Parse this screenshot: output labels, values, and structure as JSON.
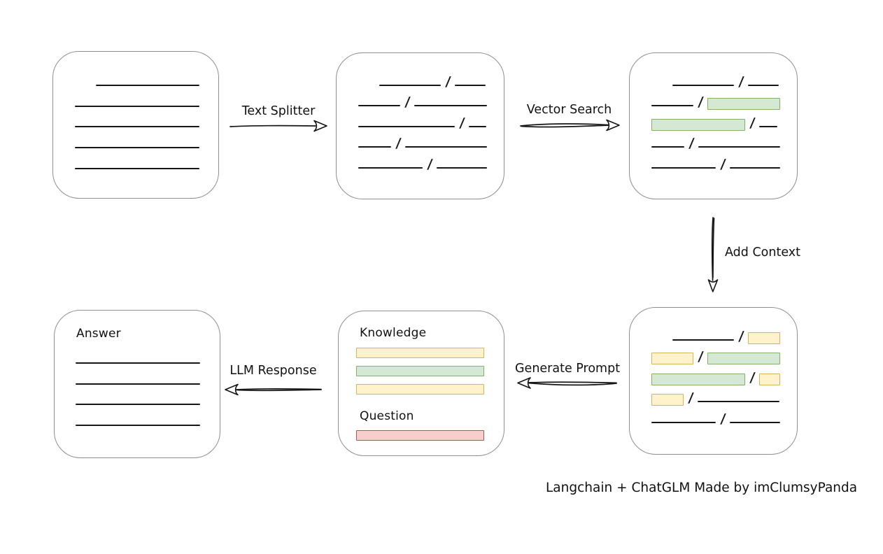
{
  "diagram": {
    "caption": "Langchain + ChatGLM Made by imClumsyPanda",
    "arrows": {
      "text_splitter": {
        "label": "Text Splitter",
        "direction": "right"
      },
      "vector_search": {
        "label": "Vector Search",
        "direction": "right"
      },
      "add_context": {
        "label": "Add Context",
        "direction": "down"
      },
      "generate_prompt": {
        "label": "Generate Prompt",
        "direction": "left"
      },
      "llm_response": {
        "label": "LLM Response",
        "direction": "left"
      }
    },
    "colors": {
      "green_fill": "#d5e8d4",
      "green_stroke": "#82b366",
      "yellow_fill": "#fff2cc",
      "yellow_stroke": "#d6b656",
      "red_fill": "#f8cecc",
      "red_stroke": "#b85450",
      "box_stroke": "#8f8f8f",
      "line_color": "#161616",
      "text_color": "#111111"
    },
    "boxes": {
      "document": {
        "lines": [
          {
            "w": 148,
            "indent": 30
          },
          {
            "w": 178
          },
          {
            "w": 178
          },
          {
            "w": 178
          },
          {
            "w": 178
          }
        ]
      },
      "chunks": {
        "rows": [
          {
            "indent": 30,
            "segments": [
              {
                "t": "line",
                "w": 88
              },
              {
                "t": "slash"
              },
              {
                "t": "line",
                "w": 44
              }
            ]
          },
          {
            "segments": [
              {
                "t": "line",
                "w": 60
              },
              {
                "t": "slash"
              },
              {
                "t": "line",
                "w": 104
              }
            ]
          },
          {
            "segments": [
              {
                "t": "line",
                "w": 138
              },
              {
                "t": "slash"
              },
              {
                "t": "line",
                "w": 25
              }
            ]
          },
          {
            "segments": [
              {
                "t": "line",
                "w": 47
              },
              {
                "t": "slash"
              },
              {
                "t": "line",
                "w": 117
              }
            ]
          },
          {
            "segments": [
              {
                "t": "line",
                "w": 92
              },
              {
                "t": "slash"
              },
              {
                "t": "line",
                "w": 72
              }
            ]
          }
        ]
      },
      "retrieved": {
        "rows": [
          {
            "indent": 30,
            "segments": [
              {
                "t": "line",
                "w": 88
              },
              {
                "t": "slash"
              },
              {
                "t": "line",
                "w": 44
              }
            ]
          },
          {
            "segments": [
              {
                "t": "line",
                "w": 60
              },
              {
                "t": "slash"
              },
              {
                "t": "green",
                "w": 104
              }
            ]
          },
          {
            "segments": [
              {
                "t": "green",
                "w": 134
              },
              {
                "t": "slash"
              },
              {
                "t": "line",
                "w": 26
              }
            ]
          },
          {
            "segments": [
              {
                "t": "line",
                "w": 47
              },
              {
                "t": "slash"
              },
              {
                "t": "line",
                "w": 117
              }
            ]
          },
          {
            "segments": [
              {
                "t": "line",
                "w": 92
              },
              {
                "t": "slash"
              },
              {
                "t": "line",
                "w": 72
              }
            ]
          }
        ]
      },
      "context": {
        "rows": [
          {
            "indent": 30,
            "segments": [
              {
                "t": "line",
                "w": 88
              },
              {
                "t": "slash"
              },
              {
                "t": "yellow",
                "w": 46
              }
            ]
          },
          {
            "segments": [
              {
                "t": "yellow",
                "w": 60
              },
              {
                "t": "slash"
              },
              {
                "t": "green",
                "w": 104
              }
            ]
          },
          {
            "segments": [
              {
                "t": "green",
                "w": 134
              },
              {
                "t": "slash"
              },
              {
                "t": "yellow",
                "w": 30
              }
            ]
          },
          {
            "segments": [
              {
                "t": "yellow",
                "w": 46
              },
              {
                "t": "slash"
              },
              {
                "t": "line",
                "w": 117
              }
            ]
          },
          {
            "segments": [
              {
                "t": "line",
                "w": 92
              },
              {
                "t": "slash"
              },
              {
                "t": "line",
                "w": 72
              }
            ]
          }
        ]
      },
      "prompt": {
        "knowledge_label": "Knowledge",
        "question_label": "Question",
        "knowledge_bars": [
          "yellow",
          "green",
          "yellow"
        ],
        "question_bars": [
          "red"
        ]
      },
      "answer": {
        "label": "Answer",
        "lines": [
          {
            "w": 178
          },
          {
            "w": 178
          },
          {
            "w": 178
          },
          {
            "w": 178
          }
        ]
      }
    }
  }
}
